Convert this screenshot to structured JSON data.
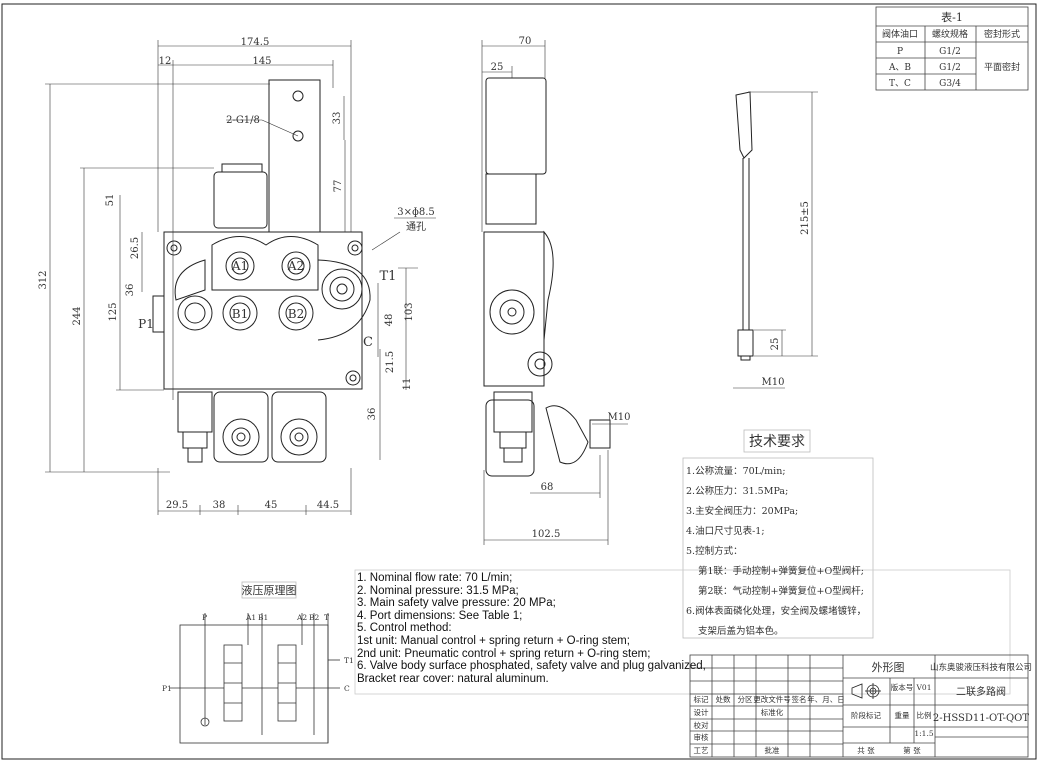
{
  "table1": {
    "title": "表-1",
    "headers": [
      "阀体油口",
      "螺纹规格",
      "密封形式"
    ],
    "rows": [
      {
        "port": "P",
        "thread": "G1/2"
      },
      {
        "port": "A、B",
        "thread": "G1/2"
      },
      {
        "port": "T、C",
        "thread": "G3/4"
      }
    ],
    "seal": "平面密封"
  },
  "front_view": {
    "dims": {
      "d174_5": "174.5",
      "d145": "145",
      "d12": "12",
      "d33": "33",
      "d77": "77",
      "d51": "51",
      "d312": "312",
      "d244": "244",
      "d26_5": "26.5",
      "d36a": "36",
      "d125": "125",
      "d48": "48",
      "d103": "103",
      "d21_5": "21.5",
      "d11": "11",
      "d36b": "36",
      "d29_5": "29.5",
      "d38": "38",
      "d45": "45",
      "d44_5": "44.5"
    },
    "callout_g18": "2-G1/8",
    "callout_holes": "3×ɸ8.5",
    "callout_holes_sub": "通孔",
    "ports": {
      "a1": "A1",
      "a2": "A2",
      "b1": "B1",
      "b2": "B2",
      "p1": "P1",
      "t1": "T1",
      "c": "C"
    }
  },
  "side_view": {
    "dims": {
      "d70": "70",
      "d25": "25",
      "d68": "68",
      "d102_5": "102.5",
      "m10": "M10"
    }
  },
  "lever": {
    "dims": {
      "d215": "215±5",
      "d25": "25",
      "m10": "M10"
    }
  },
  "tech_req": {
    "title": "技术要求",
    "lines": [
      "1.公称流量：70L/min;",
      "2.公称压力：31.5MPa;",
      "3.主安全阀压力：20MPa;",
      "4.油口尺寸见表-1;",
      "5.控制方式：",
      "第1联：手动控制+弹簧复位+O型阀杆;",
      "第2联：气动控制+弹簧复位+O型阀杆;",
      "6.阀体表面磷化处理，安全阀及螺堵镀锌，",
      "支架后盖为铝本色。"
    ]
  },
  "notes_en": [
    "1. Nominal flow rate: 70 L/min;",
    "2. Nominal pressure: 31.5 MPa;",
    "3. Main safety valve pressure: 20 MPa;",
    "4. Port dimensions: See Table 1;",
    "5. Control method:",
    "1st unit: Manual control + spring return + O-ring stem;",
    "2nd unit: Pneumatic control + spring return + O-ring stem;",
    "6. Valve body surface phosphated, safety valve and plug galvanized,",
    "Bracket rear cover: natural aluminum."
  ],
  "schematic": {
    "title": "液压原理图",
    "labels": {
      "p": "P",
      "a1": "A1",
      "b1": "B1",
      "a2": "A2",
      "b2": "B2",
      "t": "T",
      "t1": "T1",
      "c": "C",
      "p1": "P1"
    }
  },
  "title_block": {
    "view_label": "外形图",
    "company": "山东奥骏液压科技有限公司",
    "product": "二联多路阀",
    "code": "2-HSSD11-OT-QOT",
    "version_label": "版本号",
    "version_value": "V01",
    "scale_label": "比例",
    "scale": "1:1.5",
    "stage_label": "阶段标记",
    "weight_label": "重量",
    "sheets_label": "共  张",
    "sheet_no_label": "第  张",
    "rev_headers": [
      "标记",
      "处数",
      "分区",
      "更改文件号",
      "签名",
      "年、月、日"
    ],
    "roles": [
      "设计",
      "校对",
      "审核",
      "工艺"
    ],
    "std_label": "标准化",
    "approve_label": "批准"
  }
}
